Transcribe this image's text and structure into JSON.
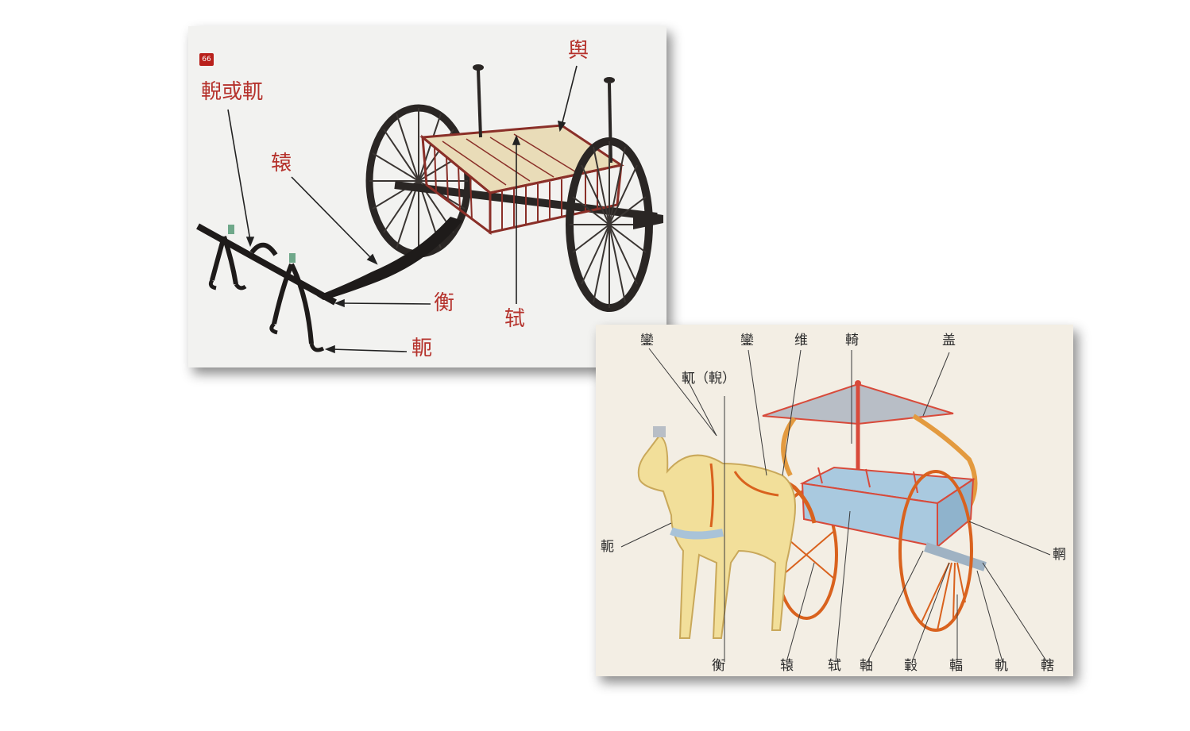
{
  "top_diagram": {
    "badge": "66",
    "labels": {
      "ni_or_yue": "輗或軏",
      "yu": "舆",
      "yuan": "辕",
      "heng": "衡",
      "shi": "轼",
      "e": "軛"
    }
  },
  "bottom_diagram": {
    "labels": {
      "luan1": "鑾",
      "luan2": "鑾",
      "wei": "维",
      "yi": "輢",
      "gai": "盖",
      "yue_ni": "軏（輗）",
      "e": "軛",
      "wang": "輞",
      "heng": "衡",
      "yuan": "辕",
      "shi": "轼",
      "zhou": "軸",
      "gu": "轂",
      "fu": "輻",
      "gui": "軌",
      "xia": "轄"
    }
  },
  "colors": {
    "label_red": "#b5322c",
    "wheel_dark": "#2a2624",
    "chariot_red": "#a0342a",
    "horse": "#f2df9a",
    "canopy": "#b8bec6",
    "body_blue": "#a9c9df",
    "wheel_orange": "#d9621e"
  }
}
